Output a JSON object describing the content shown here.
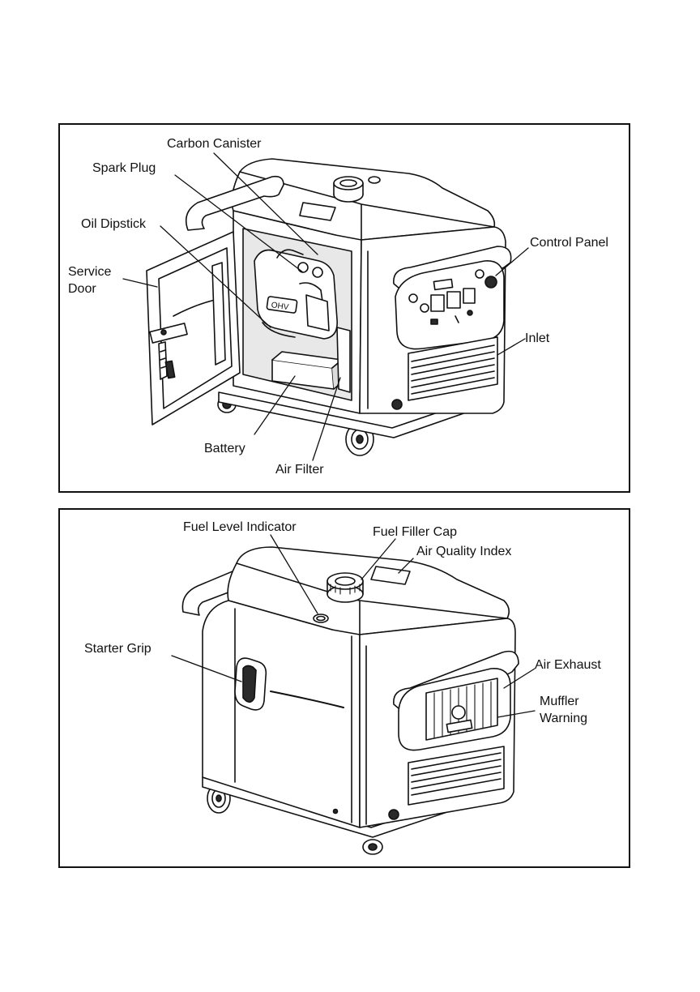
{
  "top_view": {
    "labels": {
      "carbon_canister": "Carbon Canister",
      "spark_plug": "Spark Plug",
      "oil_dipstick": "Oil Dipstick",
      "service_door_line1": "Service",
      "service_door_line2": "Door",
      "control_panel": "Control Panel",
      "inlet": "Inlet",
      "battery": "Battery",
      "air_filter": "Air Filter"
    },
    "engine_text": "OHV"
  },
  "bottom_view": {
    "labels": {
      "fuel_level_indicator": "Fuel Level Indicator",
      "fuel_filler_cap": "Fuel Filler Cap",
      "air_quality_index": "Air Quality Index",
      "starter_grip": "Starter Grip",
      "air_exhaust": "Air Exhaust",
      "muffler_warning_line1": "Muffler",
      "muffler_warning_line2": "Warning"
    }
  },
  "colors": {
    "line": "#111111",
    "dark_fill": "#2a2a2a",
    "mid_fill": "#9a9a9a",
    "light_fill": "#f2f2f2",
    "background": "#ffffff"
  }
}
